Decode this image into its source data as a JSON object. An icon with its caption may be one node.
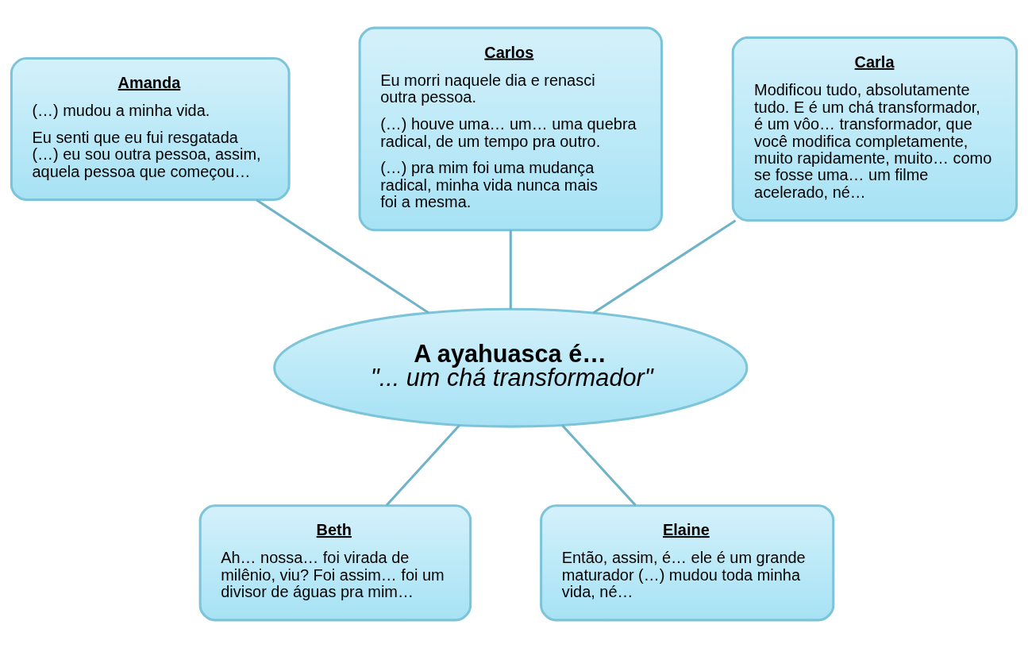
{
  "diagram": {
    "nodes": [
      {
        "text": [
          "Amanda",
          "(…) mudou a minha vida.",
          "Eu senti que eu fui resgatada (…) eu sou outra pessoa, assim, aquela pessoa que começou…"
        ]
      },
      {
        "text": [
          "Carlos",
          "Eu morri naquele dia e renasci outra pessoa.",
          "(…) houve uma… um… uma quebra radical, de um tempo pra outro.",
          "(…) pra mim foi uma mudança radical, minha vida nunca mais foi a mesma."
        ]
      },
      {
        "text": [
          "Carla",
          "Modificou tudo, absolutamente tudo. E é um chá transformador, é um vôo… transformador, que você modifica completamente, muito rapidamente, muito… como se fosse uma… um filme acelerado, né…"
        ]
      },
      {
        "text": [
          "A ayahuasca é…",
          "\"... um chá transformador\""
        ]
      },
      {
        "text": [
          "Beth",
          "Ah… nossa… foi virada de milênio, viu? Foi assim… foi um divisor de águas pra mim…"
        ]
      },
      {
        "text": [
          "Elaine",
          "Então, assim, é… ele é um grande maturador (…) mudou toda minha vida, né…"
        ]
      }
    ],
    "edges": [
      {
        "from": 3,
        "to": 0,
        "arrow": "none"
      },
      {
        "from": 3,
        "to": 1,
        "arrow": "none"
      },
      {
        "from": 3,
        "to": 2,
        "arrow": "none"
      },
      {
        "from": 3,
        "to": 4,
        "arrow": "none"
      },
      {
        "from": 3,
        "to": 5,
        "arrow": "none"
      }
    ]
  }
}
